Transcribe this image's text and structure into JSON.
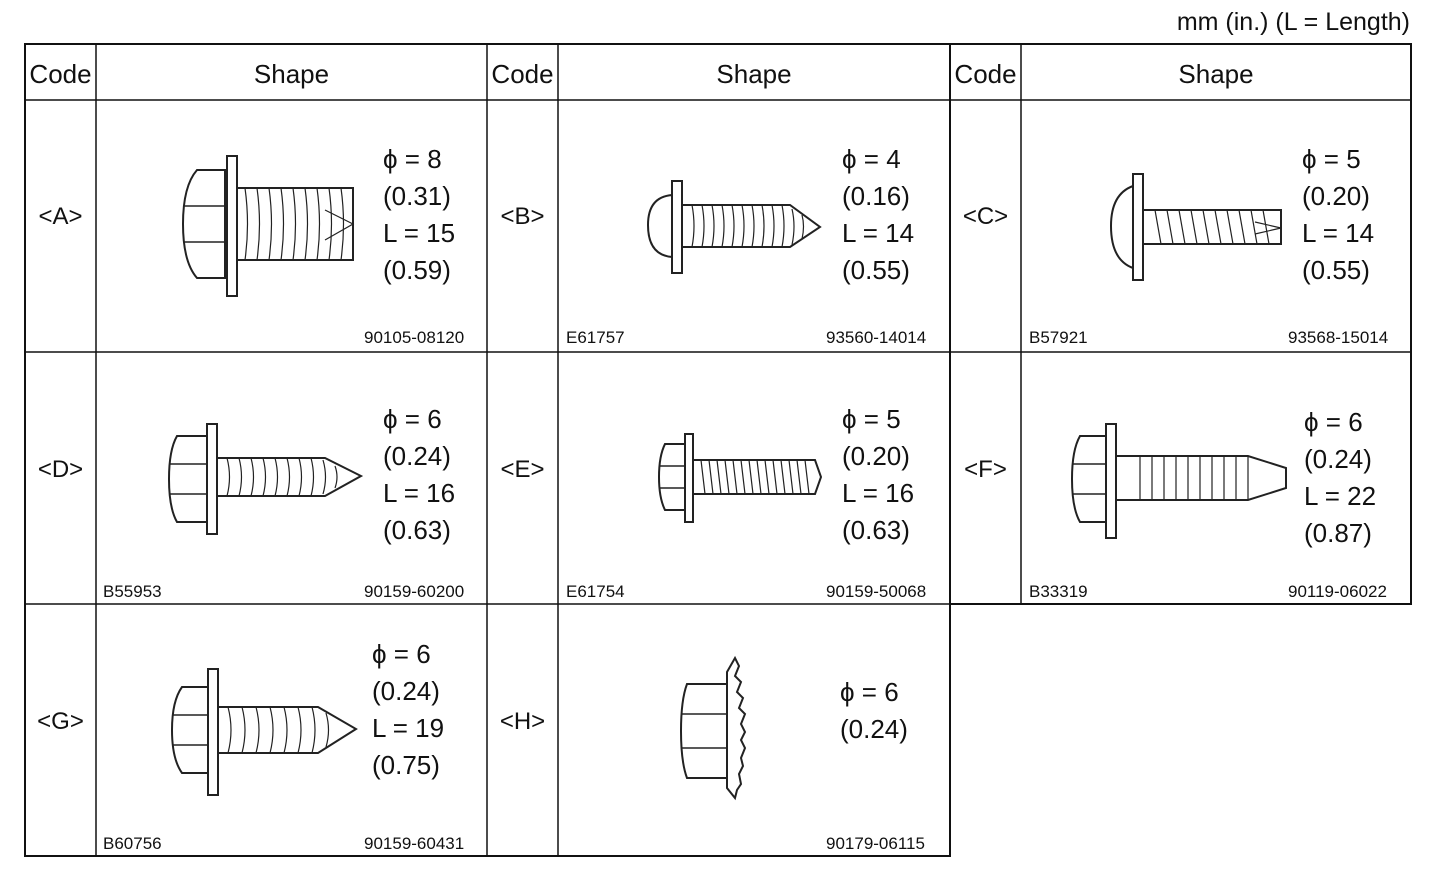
{
  "unit_note": "mm (in.) (L = Length)",
  "headers": {
    "code": "Code",
    "shape": "Shape"
  },
  "parts": [
    {
      "code": "<A>",
      "phi": "ϕ = 8",
      "phi_in": "(0.31)",
      "length": "L = 15",
      "length_in": "(0.59)",
      "ref": "",
      "part_no": "90105-08120",
      "icon": "hex-flange-bolt-icon"
    },
    {
      "code": "<B>",
      "phi": "ϕ = 4",
      "phi_in": "(0.16)",
      "length": "L = 14",
      "length_in": "(0.55)",
      "ref": "E61757",
      "part_no": "93560-14014",
      "icon": "pan-head-tapping-screw-icon"
    },
    {
      "code": "<C>",
      "phi": "ϕ = 5",
      "phi_in": "(0.20)",
      "length": "L = 14",
      "length_in": "(0.55)",
      "ref": "B57921",
      "part_no": "93568-15014",
      "icon": "washer-head-screw-icon"
    },
    {
      "code": "<D>",
      "phi": "ϕ = 6",
      "phi_in": "(0.24)",
      "length": "L = 16",
      "length_in": "(0.63)",
      "ref": "B55953",
      "part_no": "90159-60200",
      "icon": "hex-tapping-screw-icon"
    },
    {
      "code": "<E>",
      "phi": "ϕ = 5",
      "phi_in": "(0.20)",
      "length": "L = 16",
      "length_in": "(0.63)",
      "ref": "E61754",
      "part_no": "90159-50068",
      "icon": "hex-washer-screw-icon"
    },
    {
      "code": "<F>",
      "phi": "ϕ = 6",
      "phi_in": "(0.24)",
      "length": "L = 22",
      "length_in": "(0.87)",
      "ref": "B33319",
      "part_no": "90119-06022",
      "icon": "hex-washer-bolt-icon"
    },
    {
      "code": "<G>",
      "phi": "ϕ = 6",
      "phi_in": "(0.24)",
      "length": "L = 19",
      "length_in": "(0.75)",
      "ref": "B60756",
      "part_no": "90159-60431",
      "icon": "hex-flange-tapping-screw-icon"
    },
    {
      "code": "<H>",
      "phi": "ϕ = 6",
      "phi_in": "(0.24)",
      "length": "",
      "length_in": "",
      "ref": "",
      "part_no": "90179-06115",
      "icon": "serrated-flange-nut-icon"
    }
  ]
}
